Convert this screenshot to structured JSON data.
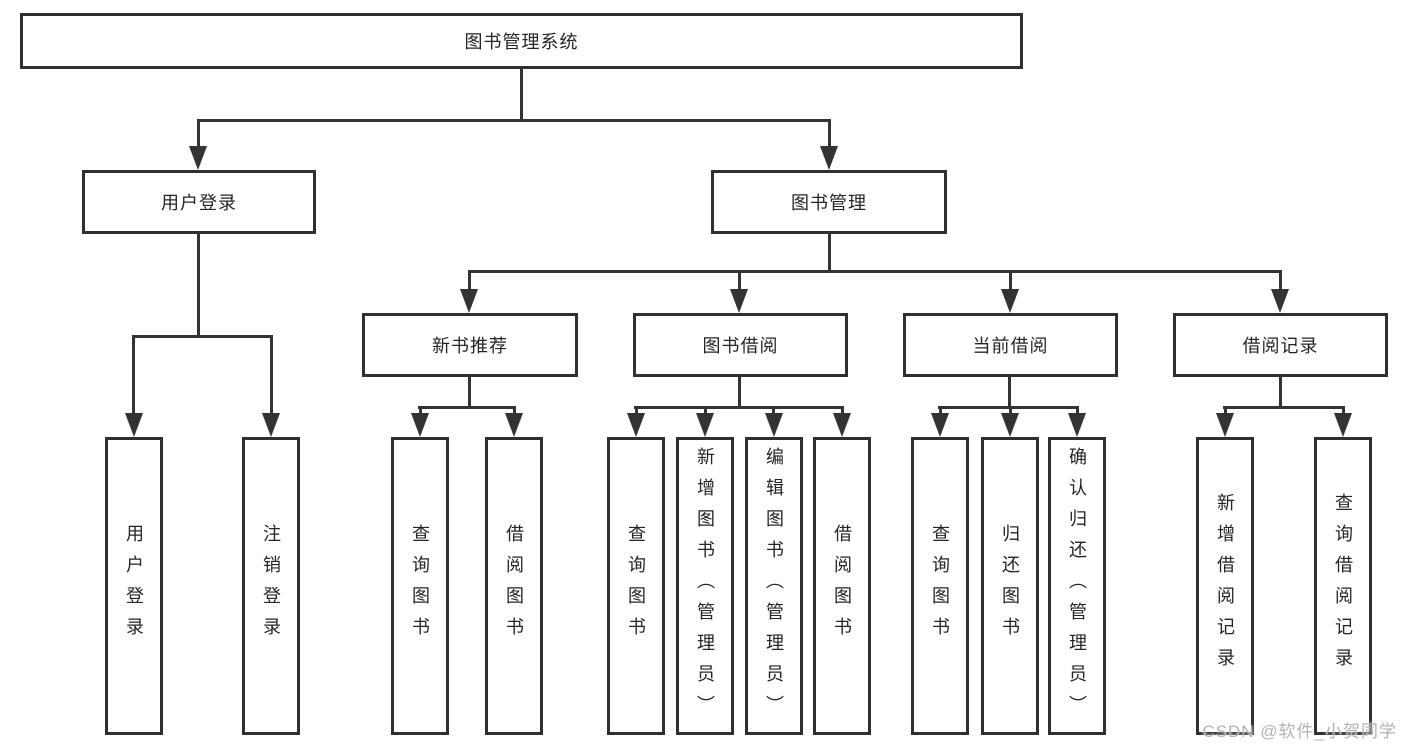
{
  "colors": {
    "line": "#333333",
    "box_border": "#303030",
    "box_background": "#ffffff",
    "text": "#252525",
    "watermark": "#b3b3b3"
  },
  "root": {
    "label": "图书管理系统"
  },
  "level2": [
    {
      "label": "用户登录"
    },
    {
      "label": "图书管理"
    }
  ],
  "level3": [
    {
      "label": "新书推荐",
      "parent": "图书管理"
    },
    {
      "label": "图书借阅",
      "parent": "图书管理"
    },
    {
      "label": "当前借阅",
      "parent": "图书管理"
    },
    {
      "label": "借阅记录",
      "parent": "图书管理"
    }
  ],
  "leaves": [
    {
      "label": "用户登录",
      "parent": "用户登录"
    },
    {
      "label": "注销登录",
      "parent": "用户登录"
    },
    {
      "label": "查询图书",
      "parent": "新书推荐"
    },
    {
      "label": "借阅图书",
      "parent": "新书推荐"
    },
    {
      "label": "查询图书",
      "parent": "图书借阅"
    },
    {
      "label": "新增图书（管理员）",
      "parent": "图书借阅"
    },
    {
      "label": "编辑图书（管理员）",
      "parent": "图书借阅"
    },
    {
      "label": "借阅图书",
      "parent": "图书借阅"
    },
    {
      "label": "查询图书",
      "parent": "当前借阅"
    },
    {
      "label": "归还图书",
      "parent": "当前借阅"
    },
    {
      "label": "确认归还（管理员）",
      "parent": "当前借阅"
    },
    {
      "label": "新增借阅记录",
      "parent": "借阅记录"
    },
    {
      "label": "查询借阅记录",
      "parent": "借阅记录"
    }
  ],
  "watermark": "CSDN @软件_小贺同学"
}
